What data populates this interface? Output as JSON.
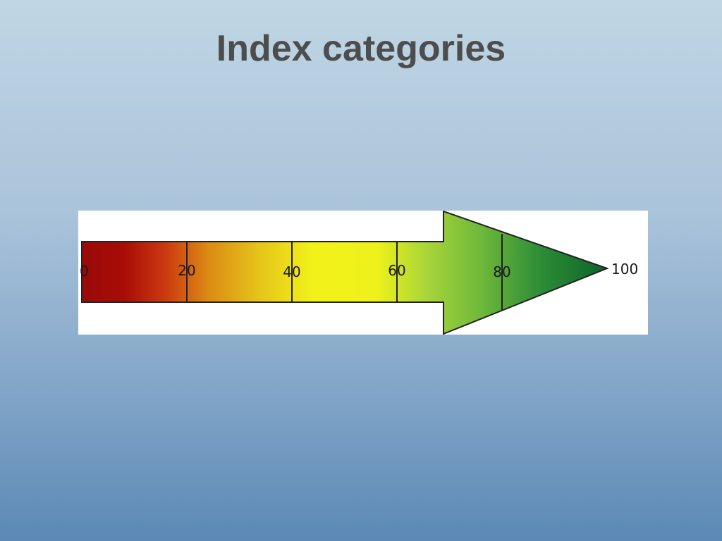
{
  "slide": {
    "title": "Index categories"
  },
  "scale": {
    "min": 0,
    "max": 100,
    "ticks": [
      {
        "value": 0,
        "label": "0"
      },
      {
        "value": 20,
        "label": "20"
      },
      {
        "value": 40,
        "label": "40"
      },
      {
        "value": 60,
        "label": "60"
      },
      {
        "value": 80,
        "label": "80"
      },
      {
        "value": 100,
        "label": "100"
      }
    ],
    "gradient": [
      {
        "value": 0,
        "color": "#9a0a08"
      },
      {
        "value": 8,
        "color": "#a80c07"
      },
      {
        "value": 16,
        "color": "#cc3a10"
      },
      {
        "value": 24,
        "color": "#dc8a14"
      },
      {
        "value": 34,
        "color": "#e6c51a"
      },
      {
        "value": 44,
        "color": "#f2f21a"
      },
      {
        "value": 56,
        "color": "#eef21a"
      },
      {
        "value": 66,
        "color": "#a6d43a"
      },
      {
        "value": 76,
        "color": "#6eb83a"
      },
      {
        "value": 88,
        "color": "#2a8a36"
      },
      {
        "value": 100,
        "color": "#0e6428"
      }
    ]
  }
}
